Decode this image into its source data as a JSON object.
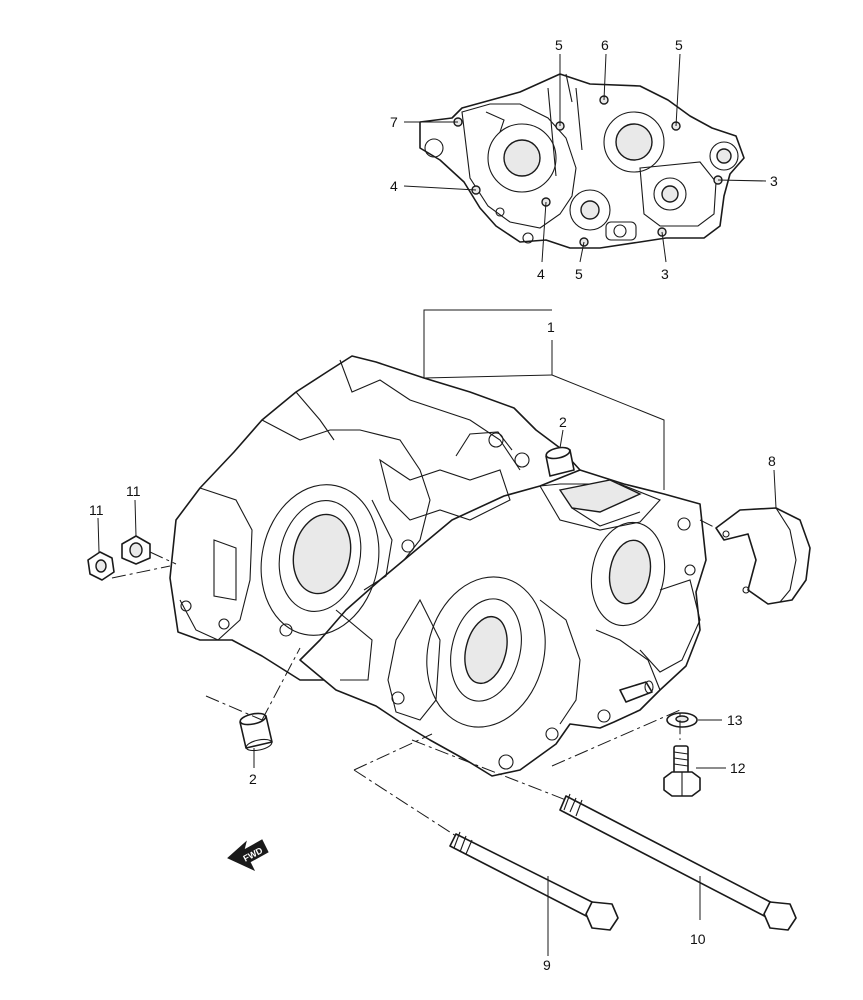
{
  "callouts": {
    "c1": "1",
    "c2a": "2",
    "c2b": "2",
    "c3a": "3",
    "c3b": "3",
    "c4a": "4",
    "c4b": "4",
    "c5a": "5",
    "c5b": "5",
    "c5c": "5",
    "c6": "6",
    "c7": "7",
    "c8": "8",
    "c9": "9",
    "c10": "10",
    "c11a": "11",
    "c11b": "11",
    "c12": "12",
    "c13": "13"
  },
  "fwd_label": "FWD",
  "colors": {
    "line": "#1a1a1a",
    "background": "#ffffff"
  }
}
